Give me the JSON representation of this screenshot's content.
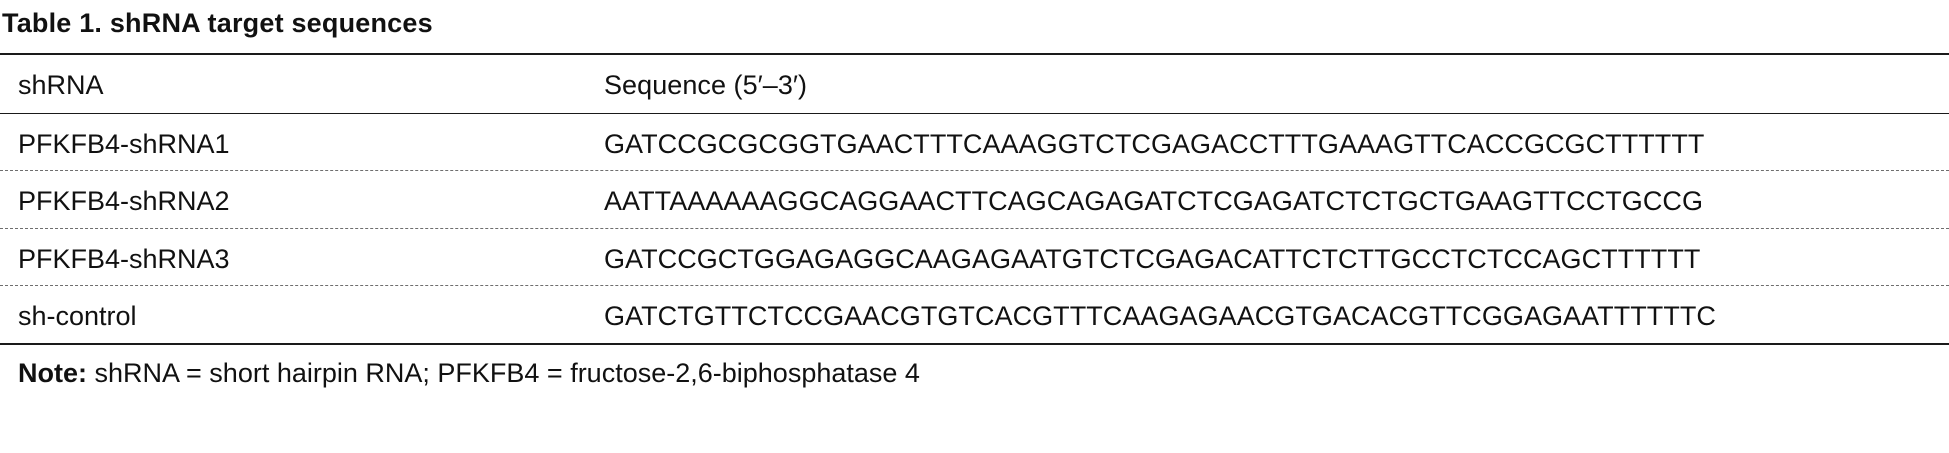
{
  "table": {
    "title": "Table 1. shRNA target sequences",
    "headers": [
      "shRNA",
      "Sequence (5′–3′)"
    ],
    "rows": [
      [
        "PFKFB4-shRNA1",
        "GATCCGCGCGGTGAACTTTCAAAGGTCTCGAGACCTTTGAAAGTTCACCGCGCTTTTTT"
      ],
      [
        "PFKFB4-shRNA2",
        "AATTAAAAAAGGCAGGAACTTCAGCAGAGATCTCGAGATCTCTGCTGAAGTTCCTGCCG"
      ],
      [
        "PFKFB4-shRNA3",
        "GATCCGCTGGAGAGGCAAGAGAATGTCTCGAGACATTCTCTTGCCTCTCCAGCTTTTTT"
      ],
      [
        "sh-control",
        "GATCTGTTCTCCGAACGTGTCACGTTTCAAGAGAACGTGACACGTTCGGAGAATTTTTTC"
      ]
    ],
    "note_label": "Note:",
    "note_text": " shRNA = short hairpin RNA; PFKFB4 = fructose-2,6-biphosphatase 4"
  }
}
